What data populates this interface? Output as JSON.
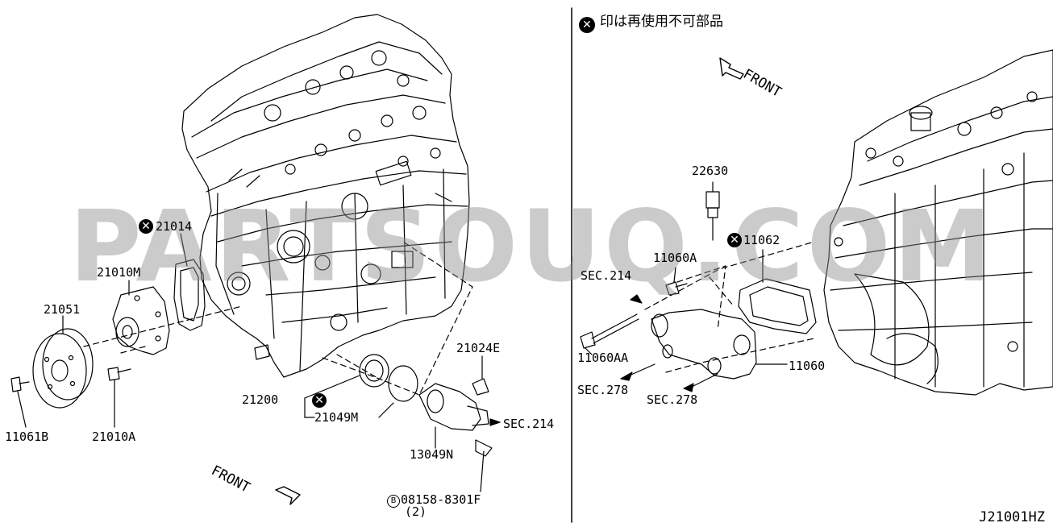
{
  "legend": {
    "icon": "cross-circle-icon",
    "text": "印は再使用不可部品"
  },
  "watermark": "PARTSOUQ.COM",
  "diagram_code": "J21001HZ",
  "front_left": "FRONT",
  "front_right": "FRONT",
  "labels": {
    "p21014": "21014",
    "p21010m": "21010M",
    "p21051": "21051",
    "p21010a": "21010A",
    "p11061b": "11061B",
    "p21200": "21200",
    "p21049m": "21049M",
    "p21024e": "21024E",
    "sec214_left": "SEC.214",
    "p13049n": "13049N",
    "p08158": "08158-8301F",
    "p08158_qty": "(2)",
    "p08158_prefix": "B",
    "p22630": "22630",
    "p11062": "11062",
    "p11060a": "11060A",
    "sec214_right": "SEC.214",
    "p11060aa": "11060AA",
    "p11060": "11060",
    "sec278_a": "SEC.278",
    "sec278_b": "SEC.278"
  },
  "colors": {
    "line": "#000000",
    "background": "#ffffff",
    "watermark": "#8c8c8c"
  }
}
